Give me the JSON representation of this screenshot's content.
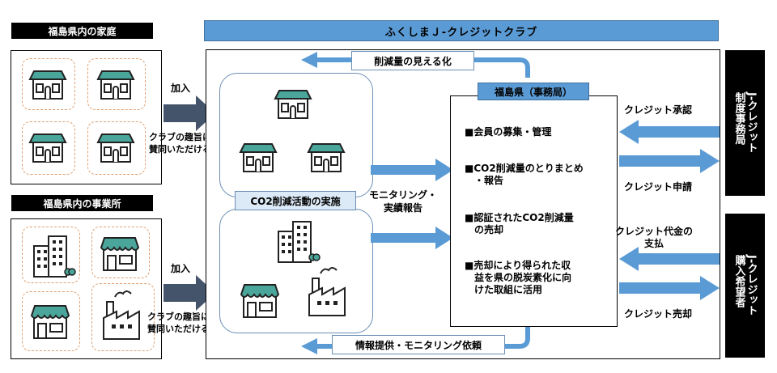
{
  "households": {
    "title": "福島県内の家庭",
    "join": "加入",
    "note": "クラブの趣旨に\n賛同いただける方"
  },
  "businesses": {
    "title": "福島県内の事業所",
    "join": "加入",
    "note": "クラブの趣旨に\n賛同いただける方"
  },
  "club": {
    "title": "ふくしまＪ-クレジットクラブ"
  },
  "feedback_top": "削減量の見える化",
  "feedback_bottom": "情報提供・モニタリング依頼",
  "activity_label": "CO2削減活動の実施",
  "monitoring_label": "モニタリング・\n実績報告",
  "office": {
    "title": "福島県（事務局）",
    "items": [
      "■会員の募集・管理",
      "■CO2削減量のとりまとめ\n　・報告",
      "■認証されたCO2削減量\n　の売却",
      "■売却により得られた収\n　益を県の脱炭素化に向\n　けた取組に活用"
    ]
  },
  "registry": {
    "title": "J-クレジット\n制度事務局",
    "approve": "クレジット承認",
    "apply": "クレジット申請"
  },
  "buyer": {
    "title": "J-クレジット\n購入希望者",
    "payment": "クレジット代金の\n支払",
    "sale": "クレジット売却"
  },
  "colors": {
    "arrow": "#5b9bd5",
    "dark_arrow": "#44546a",
    "roof": "#4aa69b",
    "dash": "#e0a070"
  }
}
